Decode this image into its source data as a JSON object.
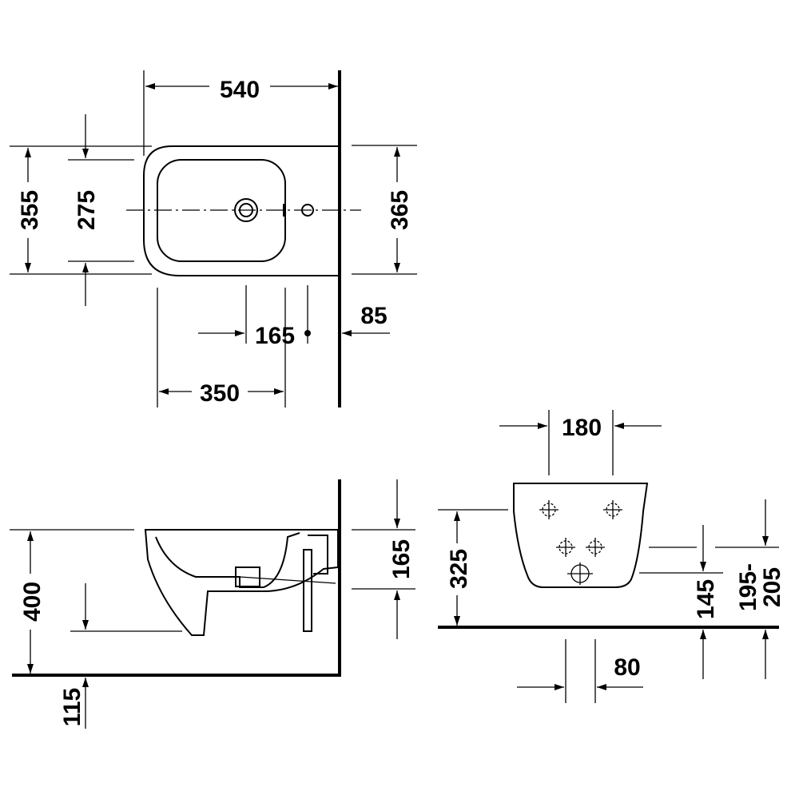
{
  "drawing": {
    "top_view": {
      "width": "540",
      "depth_outer": "355",
      "depth_bowl": "275",
      "depth_wall": "365",
      "hole_spacing": "165",
      "hole_to_wall": "85",
      "bowl_center": "350"
    },
    "side_view": {
      "height": "400",
      "floor_offset": "115",
      "connection_height": "165"
    },
    "front_view": {
      "fixing_spacing": "180",
      "fixing_height": "325",
      "drain_height": "145",
      "supply_height_line1": "195-",
      "supply_height_line2": "205",
      "drain_spacing": "80"
    }
  }
}
